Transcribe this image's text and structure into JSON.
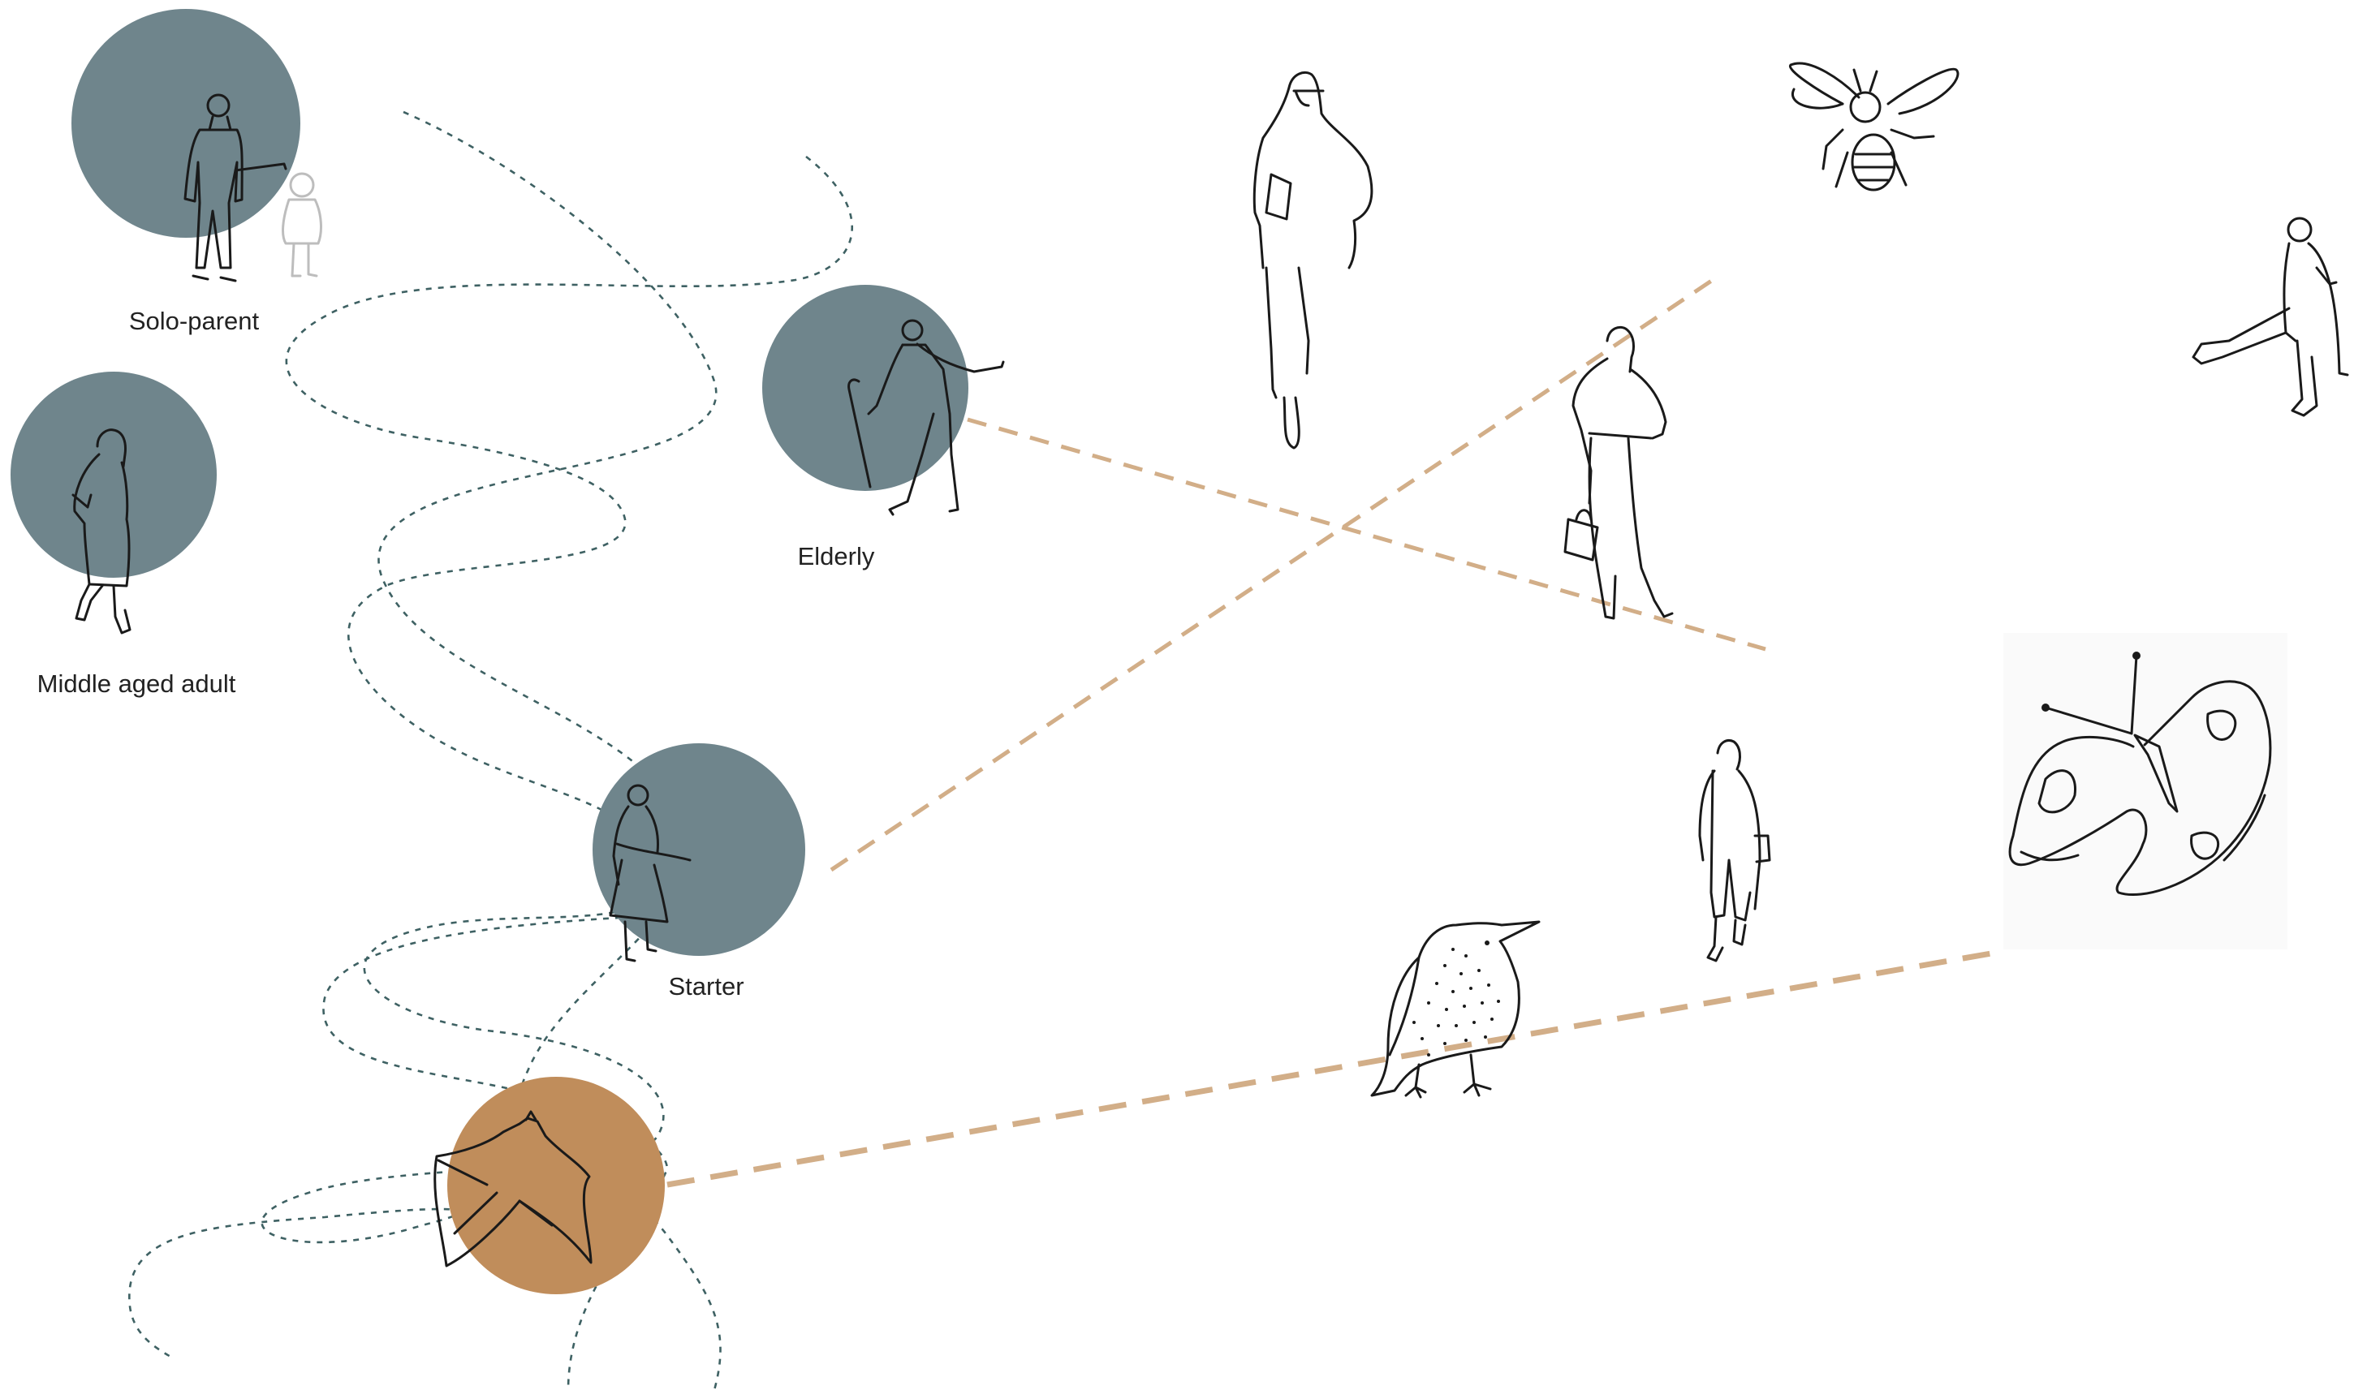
{
  "colors": {
    "group_circle": "#6f858c",
    "species_circle": "#c08d5b",
    "connector": "#d2ae88",
    "wander_path": "#3e6163",
    "sketch": "#1a1a1a"
  },
  "groups": {
    "solo_parent": {
      "label": "Solo-parent",
      "icon": "parent-with-child-figure"
    },
    "middle_aged_adult": {
      "label": "Middle aged adult",
      "icon": "hooded-walker-figure"
    },
    "elderly": {
      "label": "Elderly",
      "icon": "man-with-cane-figure"
    },
    "starter": {
      "label": "Starter",
      "icon": "woman-in-dress-figure"
    },
    "bat": {
      "label": "",
      "icon": "bat-icon"
    }
  },
  "sketches": [
    "woman-walking-icon",
    "bee-icon",
    "woman-kicking-icon",
    "woman-with-handbag-icon",
    "woman-in-coat-icon",
    "starling-bird-icon",
    "butterfly-icon"
  ],
  "connectors": [
    {
      "from": "elderly",
      "to": "woman-with-handbag",
      "style": "dashed"
    },
    {
      "from": "starter",
      "to": "bee",
      "style": "dashed"
    },
    {
      "from": "bat",
      "to": "butterfly",
      "style": "dashed-thick"
    }
  ]
}
